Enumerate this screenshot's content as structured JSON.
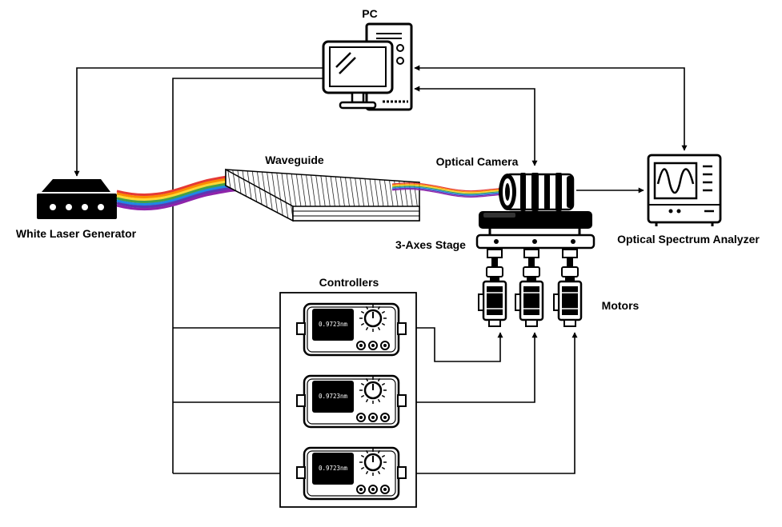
{
  "labels": {
    "pc": "PC",
    "waveguide": "Waveguide",
    "optical_camera": "Optical Camera",
    "white_laser_generator": "White Laser Generator",
    "optical_spectrum_analyzer": "Optical Spectrum Analyzer",
    "stage": "3-Axes Stage",
    "controllers": "Controllers",
    "motors": "Motors"
  },
  "controllers": [
    {
      "display": "0.9723nm"
    },
    {
      "display": "0.9723nm"
    },
    {
      "display": "0.9723nm"
    }
  ],
  "colors": {
    "line": "#000000",
    "background": "#ffffff",
    "spectrum": [
      "#e53935",
      "#fb8c00",
      "#fdd835",
      "#43a047",
      "#1e88e5",
      "#5e35b1",
      "#8e24aa"
    ]
  },
  "icons": [
    "desktop-pc-icon",
    "laser-generator-icon",
    "waveguide-icon",
    "camera-lens-icon",
    "oscilloscope-icon",
    "stage-icon",
    "motor-icon",
    "controller-icon",
    "knob-icon"
  ]
}
